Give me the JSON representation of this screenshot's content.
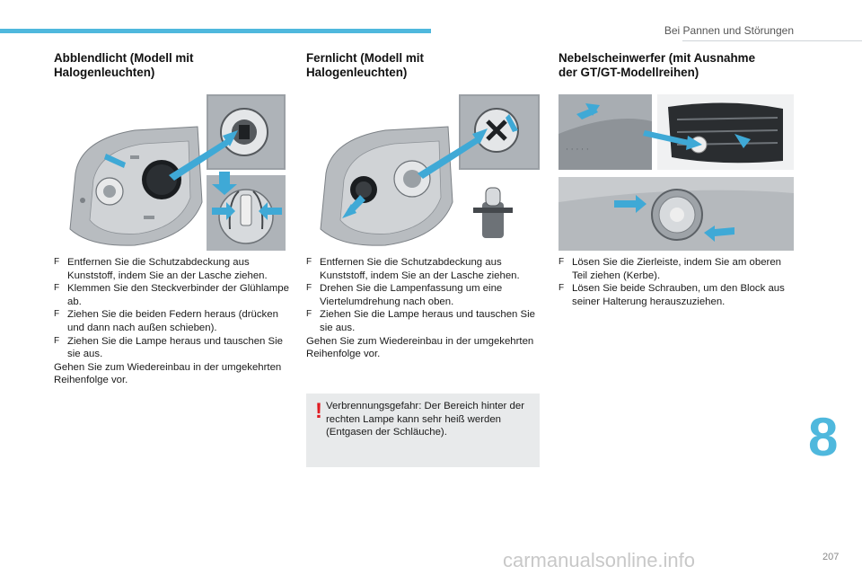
{
  "header": {
    "section": "Bei Pannen und Störungen"
  },
  "columns": [
    {
      "title": "Abblendlicht (Modell mit\nHalogenleuchten)",
      "bullets": [
        "Entfernen Sie die Schutzabdeckung aus Kunststoff, indem Sie an der Lasche ziehen.",
        "Klemmen Sie den Steckverbinder der Glühlampe ab.",
        "Ziehen Sie die beiden Federn heraus (drücken und dann nach außen schieben).",
        "Ziehen Sie die Lampe heraus und tauschen Sie sie aus."
      ],
      "closing": "Gehen Sie zum Wiedereinbau in der umgekehrten Reihenfolge vor."
    },
    {
      "title": "Fernlicht (Modell mit\nHalogenleuchten)",
      "bullets": [
        "Entfernen Sie die Schutzabdeckung aus Kunststoff, indem Sie an der Lasche ziehen.",
        "Drehen Sie die Lampenfassung um eine Viertelumdrehung nach oben.",
        "Ziehen Sie die Lampe heraus und tauschen Sie sie aus."
      ],
      "closing": "Gehen Sie zum Wiedereinbau in der umgekehrten Reihenfolge vor."
    },
    {
      "title": "Nebelscheinwerfer (mit Ausnahme\nder GT/GT-Modellreihen)",
      "bullets": [
        "Lösen Sie die Zierleiste, indem Sie am oberen Teil ziehen (Kerbe).",
        "Lösen Sie beide Schrauben, um den Block aus seiner Halterung herauszuziehen."
      ]
    }
  ],
  "bullet_mark": "F",
  "warning": {
    "mark": "!",
    "text": "Verbrennungsgefahr: Der Bereich hinter der rechten Lampe kann sehr heiß werden (Entgasen der Schläuche)."
  },
  "chapter": "8",
  "page_number": "207",
  "watermark": "carmanualsonline.info",
  "colors": {
    "accent": "#4fb8dd",
    "arrow": "#3fa9d6",
    "warning": "#e01b22"
  }
}
